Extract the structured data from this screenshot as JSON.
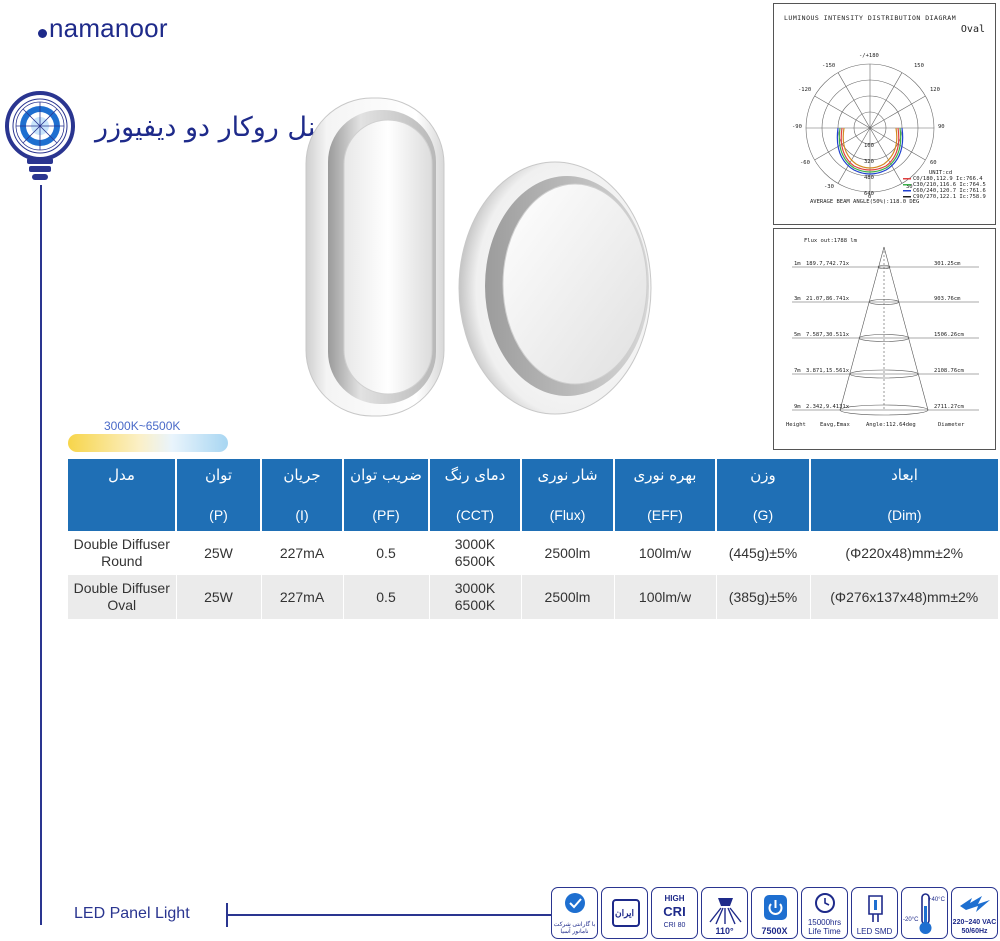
{
  "brand": {
    "name": "namanoor"
  },
  "title": "پنل روکار دو دیفیوزر",
  "cct_range": "3000K~6500K",
  "diagram_polar": {
    "title": "LUMINOUS INTENSITY DISTRIBUTION DIAGRAM",
    "subtitle": "Oval",
    "angles": [
      "-/+180",
      "150",
      "-150",
      "120",
      "-120",
      "90",
      "-90",
      "60",
      "-60",
      "30",
      "-30",
      "0"
    ],
    "rings": [
      "160",
      "320",
      "480",
      "640"
    ],
    "unit": "UNIT:cd",
    "legend": [
      "C0/180,112.9 Ic:766.4",
      "C30/210,116.6 Ic:764.5",
      "C60/240,120.7 Ic:761.6",
      "C90/270,122.1 Ic:758.9"
    ],
    "legend_colors": [
      "#e04040",
      "#3cb04a",
      "#2040d0",
      "#202020"
    ],
    "beam": "AVERAGE BEAM ANGLE(50%):118.0 DEG"
  },
  "diagram_cone": {
    "flux": "Flux out:1788 lm",
    "rows": [
      {
        "h": "1m",
        "left": "189.7,742.71x",
        "right": "301.25cm"
      },
      {
        "h": "3m",
        "left": "21.07,86.741x",
        "right": "903.76cm"
      },
      {
        "h": "5m",
        "left": "7.587,30.511x",
        "right": "1506.26cm"
      },
      {
        "h": "7m",
        "left": "3.871,15.561x",
        "right": "2108.76cm"
      },
      {
        "h": "9m",
        "left": "2.342,9.4131x",
        "right": "2711.27cm"
      }
    ],
    "footer": [
      "Height",
      "Eavg,Emax",
      "Angle:112.64deg",
      "Diameter"
    ]
  },
  "table": {
    "headers": [
      {
        "fa": "مدل",
        "en": ""
      },
      {
        "fa": "توان",
        "en": "(P)"
      },
      {
        "fa": "جریان",
        "en": "(I)"
      },
      {
        "fa": "ضریب توان",
        "en": "(PF)"
      },
      {
        "fa": "دمای رنگ",
        "en": "(CCT)"
      },
      {
        "fa": "شار نوری",
        "en": "(Flux)"
      },
      {
        "fa": "بهره نوری",
        "en": "(EFF)"
      },
      {
        "fa": "وزن",
        "en": "(G)"
      },
      {
        "fa": "ابعاد",
        "en": "(Dim)"
      }
    ],
    "rows": [
      {
        "model1": "Double Diffuser",
        "model2": "Round",
        "p": "25W",
        "i": "227mA",
        "pf": "0.5",
        "cct1": "3000K",
        "cct2": "6500K",
        "flux": "2500lm",
        "eff": "100lm/w",
        "g": "(445g)±5%",
        "dim": "(Φ220x48)mm±2%"
      },
      {
        "model1": "Double Diffuser",
        "model2": "Oval",
        "p": "25W",
        "i": "227mA",
        "pf": "0.5",
        "cct1": "3000K",
        "cct2": "6500K",
        "flux": "2500lm",
        "eff": "100lm/w",
        "g": "(385g)±5%",
        "dim": "(Φ276x137x48)mm±2%"
      }
    ]
  },
  "footer": {
    "label": "LED Panel Light"
  },
  "badges": {
    "warranty": "با گارانتی شرکت نامانور آسیا",
    "standard": "ایران",
    "cri_high": "HIGH",
    "cri": "CRI",
    "cri_val": "CRI 80",
    "angle": "110°",
    "power": "7500X",
    "life_hours": "15000hrs",
    "life_label": "Life Time",
    "smd": "LED SMD",
    "temp_hi": "+40°C",
    "temp_lo": "-20°C",
    "vac": "220~240 VAC",
    "hz": "50/60Hz"
  }
}
